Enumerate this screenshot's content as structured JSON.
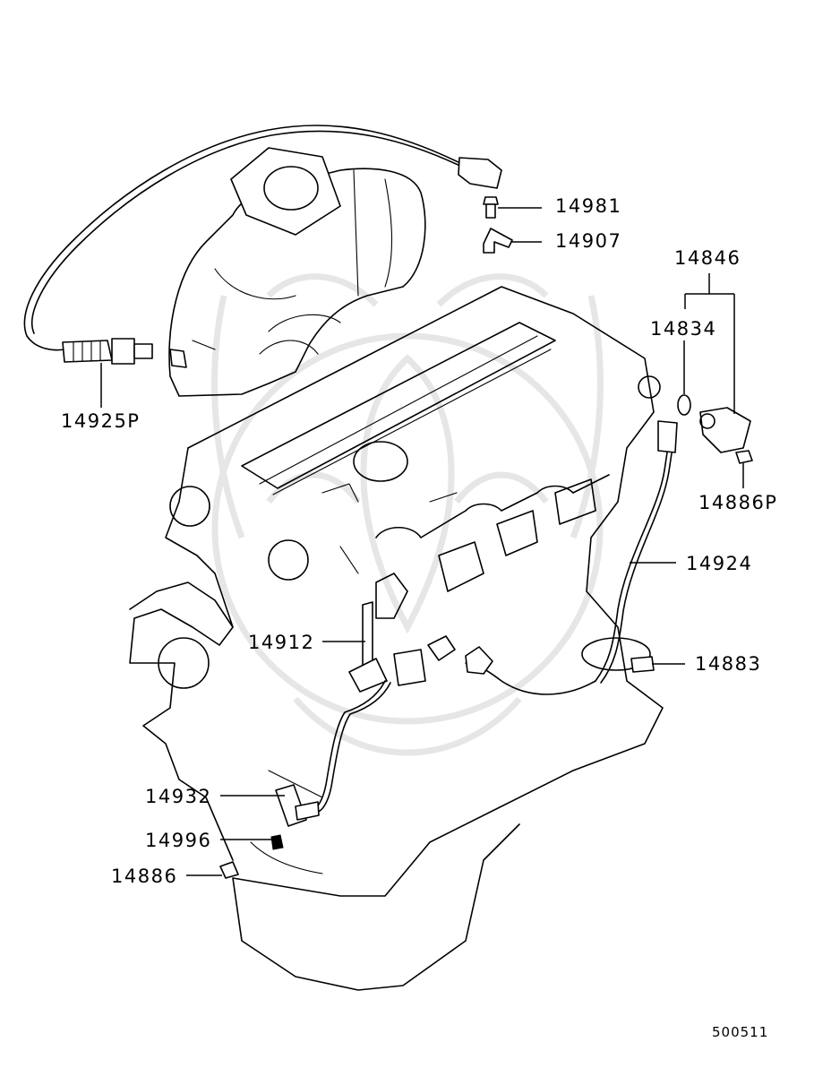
{
  "parts": [
    {
      "id": "p14981",
      "number": "14981"
    },
    {
      "id": "p14907",
      "number": "14907"
    },
    {
      "id": "p14846",
      "number": "14846"
    },
    {
      "id": "p14834",
      "number": "14834"
    },
    {
      "id": "p14925P",
      "number": "14925P"
    },
    {
      "id": "p14886P",
      "number": "14886P"
    },
    {
      "id": "p14924",
      "number": "14924"
    },
    {
      "id": "p14912",
      "number": "14912"
    },
    {
      "id": "p14883",
      "number": "14883"
    },
    {
      "id": "p14932",
      "number": "14932"
    },
    {
      "id": "p14996",
      "number": "14996"
    },
    {
      "id": "p14886",
      "number": "14886"
    }
  ],
  "diagram_id": "500511",
  "colors": {
    "line": "#000000",
    "background": "#ffffff",
    "watermark": "#e6e6e6"
  }
}
